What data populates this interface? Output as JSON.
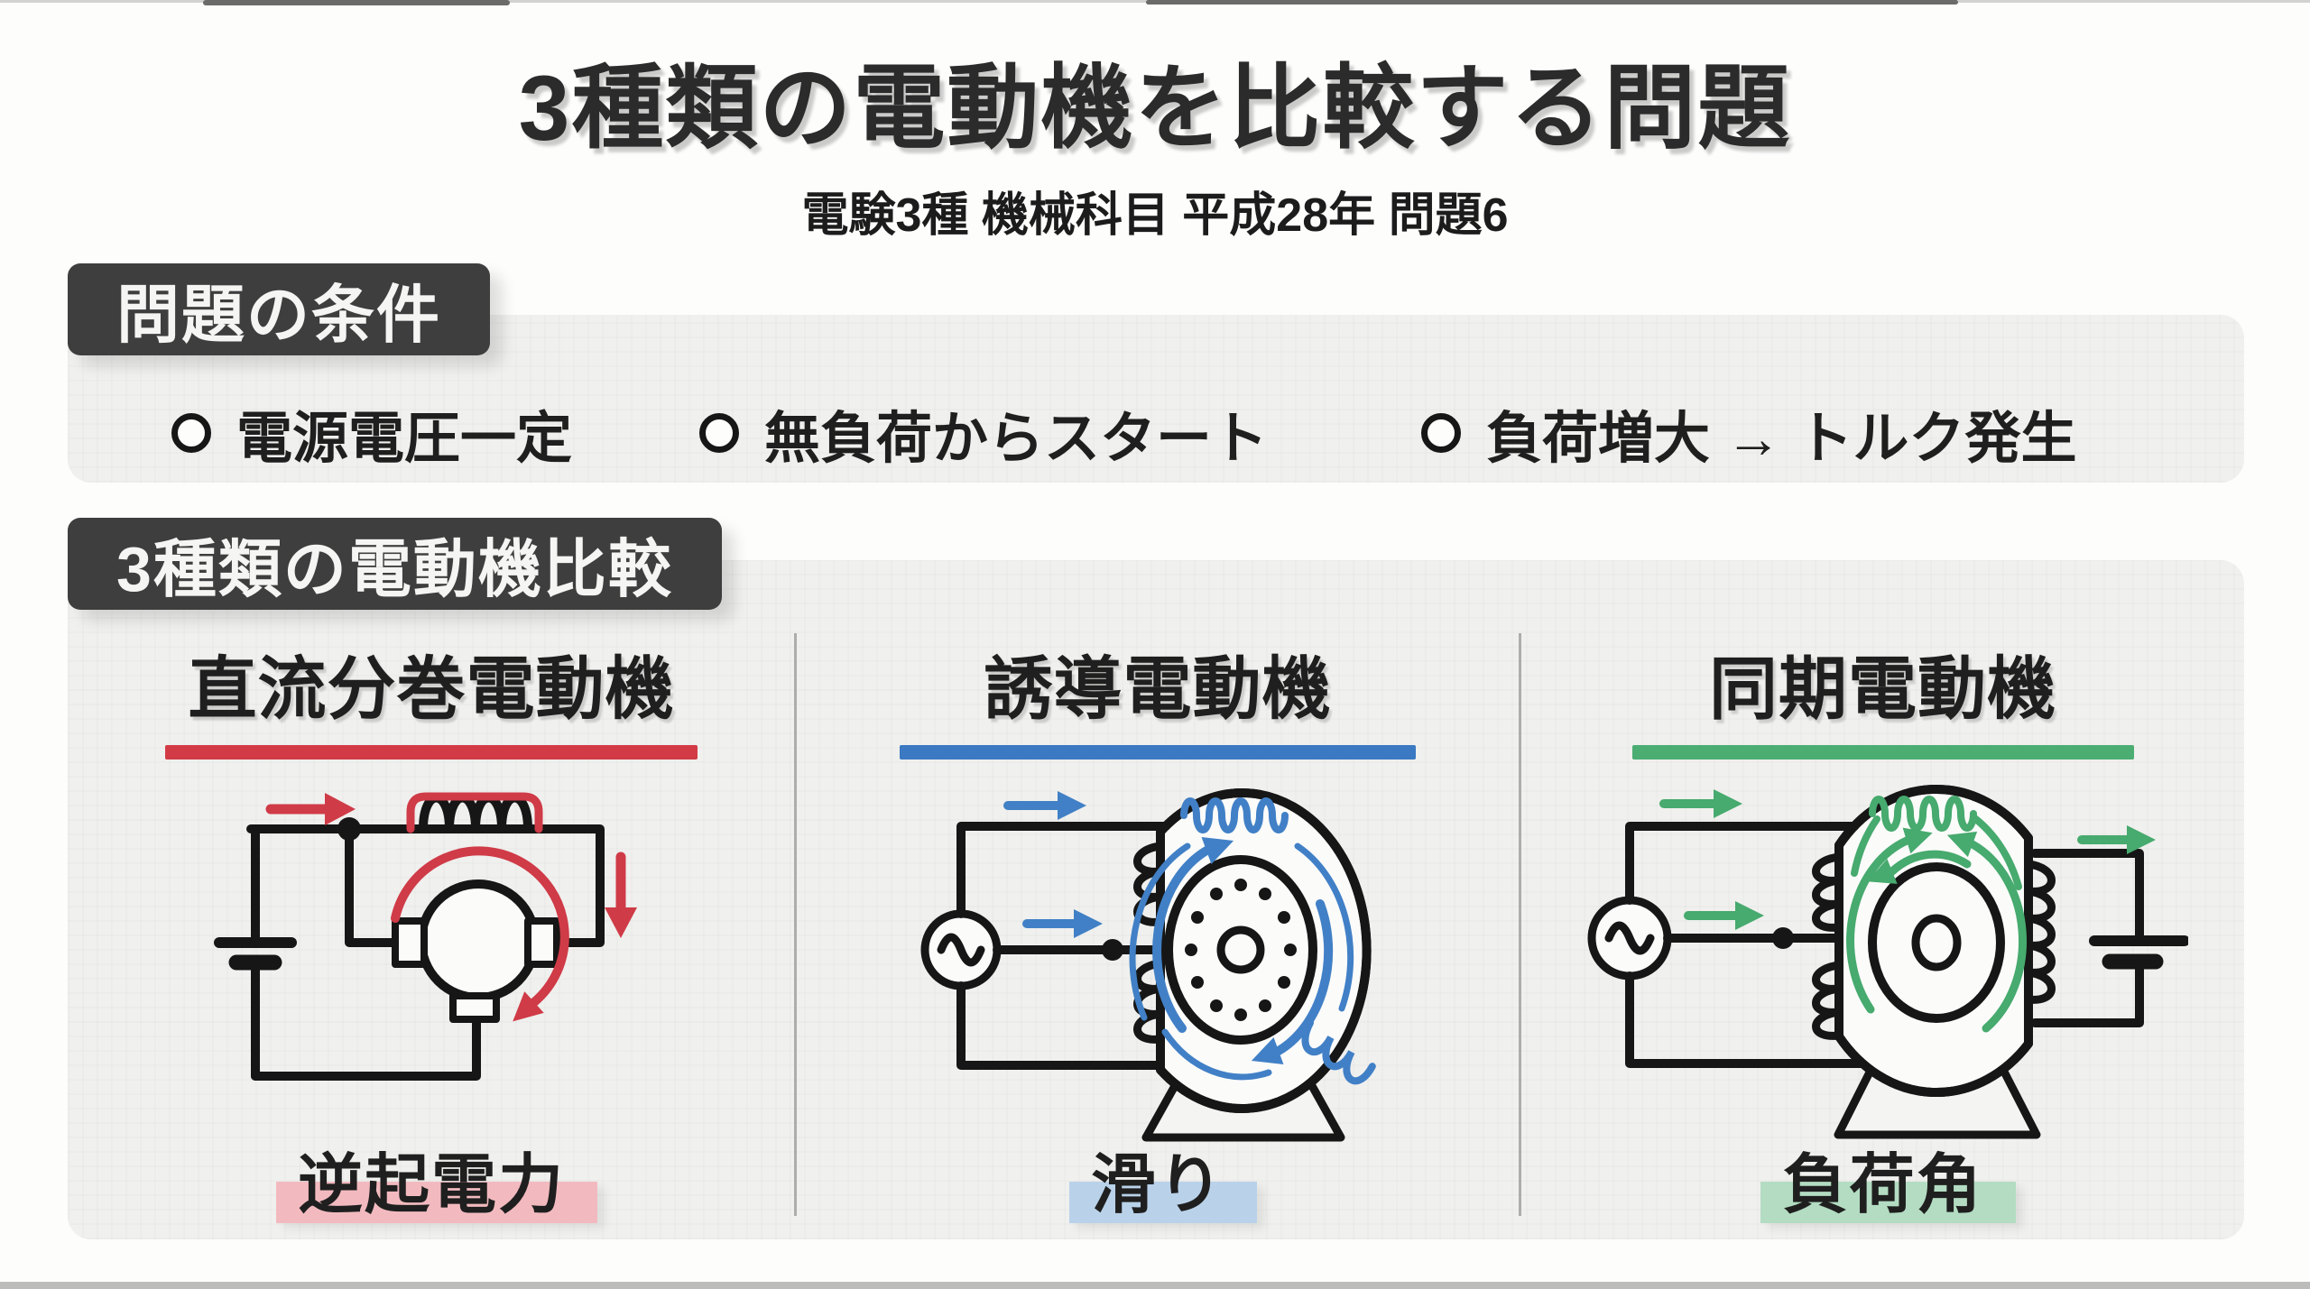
{
  "page": {
    "title": "3種類の電動機を比較する問題",
    "subtitle": "電験3種 機械科目 平成28年 問題6"
  },
  "conditions": {
    "badge": "問題の条件",
    "items": [
      "電源電圧一定",
      "無負荷からスタート",
      "負荷増大 → トルク発生"
    ]
  },
  "comparison": {
    "badge": "3種類の電動機比較",
    "columns": [
      {
        "id": "dc-shunt",
        "title": "直流分巻電動機",
        "keyword": "逆起電力",
        "accent": "#d23b46",
        "highlight": "#f2babf"
      },
      {
        "id": "induction",
        "title": "誘導電動機",
        "keyword": "滑り",
        "accent": "#3b79c2",
        "highlight": "#b9d2ea"
      },
      {
        "id": "synchronous",
        "title": "同期電動機",
        "keyword": "負荷角",
        "accent": "#4bad72",
        "highlight": "#b3dcc2"
      }
    ]
  },
  "colors": {
    "red": "#cf3b47",
    "blue": "#4180c6",
    "green": "#47aa6e",
    "badge": "#3e3e3e",
    "panel": "#f0f0ee",
    "ink": "#1f1f1f"
  }
}
